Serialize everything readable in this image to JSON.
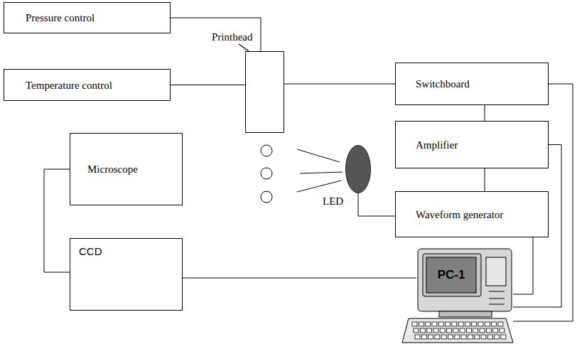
{
  "diagram": {
    "nodes": [
      {
        "text": [
          "Pressure control"
        ]
      },
      {
        "text": [
          "Temperature control"
        ]
      },
      {
        "text": [
          "Printhead"
        ]
      },
      {
        "text": [
          "Switchboard"
        ]
      },
      {
        "text": [
          "Microscope"
        ]
      },
      {
        "text": [
          "Amplifier"
        ]
      },
      {
        "text": [
          "LED"
        ]
      },
      {
        "text": [
          "Waveform generator"
        ]
      },
      {
        "text": [
          "CCD"
        ]
      },
      {
        "text": [
          "PC-1"
        ]
      }
    ],
    "edges": [
      {
        "from": 0,
        "to": 2,
        "arrow": "none"
      },
      {
        "from": 1,
        "to": 2,
        "arrow": "none"
      },
      {
        "from": 2,
        "to": 3,
        "arrow": "none"
      },
      {
        "from": 3,
        "to": 5,
        "arrow": "none"
      },
      {
        "from": 5,
        "to": 7,
        "arrow": "none"
      },
      {
        "from": 7,
        "to": 6,
        "arrow": "none"
      },
      {
        "from": 4,
        "to": 8,
        "arrow": "none"
      },
      {
        "from": 8,
        "to": 9,
        "arrow": "none"
      },
      {
        "from": 3,
        "to": 9,
        "arrow": "none"
      },
      {
        "from": 5,
        "to": 9,
        "arrow": "none"
      },
      {
        "from": 7,
        "to": 9,
        "arrow": "none"
      }
    ]
  }
}
